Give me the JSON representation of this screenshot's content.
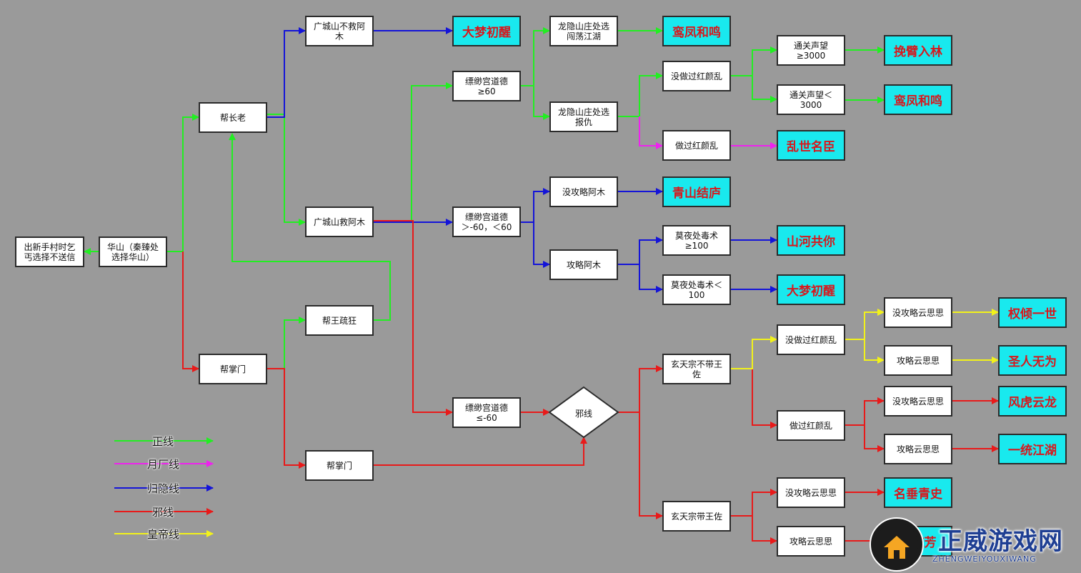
{
  "nodes": {
    "start": "出新手村时乞\n丐选择不送信",
    "huashan": "华山（秦臻处\n选择华山）",
    "bang_zhanglao": "帮长老",
    "bang_zhangmen_1": "帮掌门",
    "gcs_bujiu": "广城山不救阿\n木",
    "gcs_jiu": "广城山救阿木",
    "bang_wangshukuang": "帮王疏狂",
    "bang_zhangmen_2": "帮掌门",
    "mmg_ge60": "缥缈宫道德\n≥60",
    "mmg_mid": "缥缈宫道德\n＞-60，＜60",
    "mmg_le_neg60": "缥缈宫道德\n≤-60",
    "lyszc_jianghu": "龙隐山庄处选\n闯荡江湖",
    "lyszc_baochou": "龙隐山庄处选\n报仇",
    "mei_hongyan_1": "没做过红颜乱",
    "zuo_hongyan_1": "做过红颜乱",
    "tg_ge3000": "通关声望\n≥3000",
    "tg_lt3000": "通关声望＜\n3000",
    "mei_gonglue_amu": "没攻略阿木",
    "gonglue_amu": "攻略阿木",
    "myc_ge100": "莫夜处毒术\n≥100",
    "myc_lt100": "莫夜处毒术＜\n100",
    "xuantian_bu": "玄天宗不带王\n佐",
    "xuantian_dai": "玄天宗带王佐",
    "mei_hongyan_2": "没做过红颜乱",
    "zuo_hongyan_2": "做过红颜乱",
    "mei_yss_1": "没攻略云思思",
    "yss_1": "攻略云思思",
    "mei_yss_2": "没攻略云思思",
    "yss_2": "攻略云思思",
    "mei_yss_3": "没攻略云思思",
    "yss_3": "攻略云思思",
    "diamond": "邪线"
  },
  "endings": {
    "e_damengchuxing_1": "大梦初醒",
    "e_luanfeng_1": "鸾凤和鸣",
    "e_wanbi": "挽臂入林",
    "e_luanfeng_2": "鸾凤和鸣",
    "e_luanshi": "乱世名臣",
    "e_qingshan": "青山结庐",
    "e_shanhe": "山河共你",
    "e_damengchuxing_2": "大梦初醒",
    "e_quanqing": "权倾一世",
    "e_shengren": "圣人无为",
    "e_fenghu": "风虎云龙",
    "e_yitong": "一统江湖",
    "e_mingchui": "名垂青史",
    "e_gu": "古流芳"
  },
  "legend": [
    {
      "label": "正线",
      "color": "#22ee22"
    },
    {
      "label": "月厂线",
      "color": "#ee22ee"
    },
    {
      "label": "归隐线",
      "color": "#1414d8"
    },
    {
      "label": "邪线",
      "color": "#e81a1a"
    },
    {
      "label": "皇帝线",
      "color": "#f2f21a"
    }
  ],
  "colors": {
    "zheng": "#22ee22",
    "yuechang": "#ee22ee",
    "guiyin": "#1414d8",
    "xie": "#e81a1a",
    "huangdi": "#f2f21a",
    "ending_bg": "#19e9ee",
    "ending_text": "#d8171c"
  },
  "watermark": {
    "title": "正威游戏网",
    "subtitle": "ZHENGWEIYOUXIWANG"
  }
}
